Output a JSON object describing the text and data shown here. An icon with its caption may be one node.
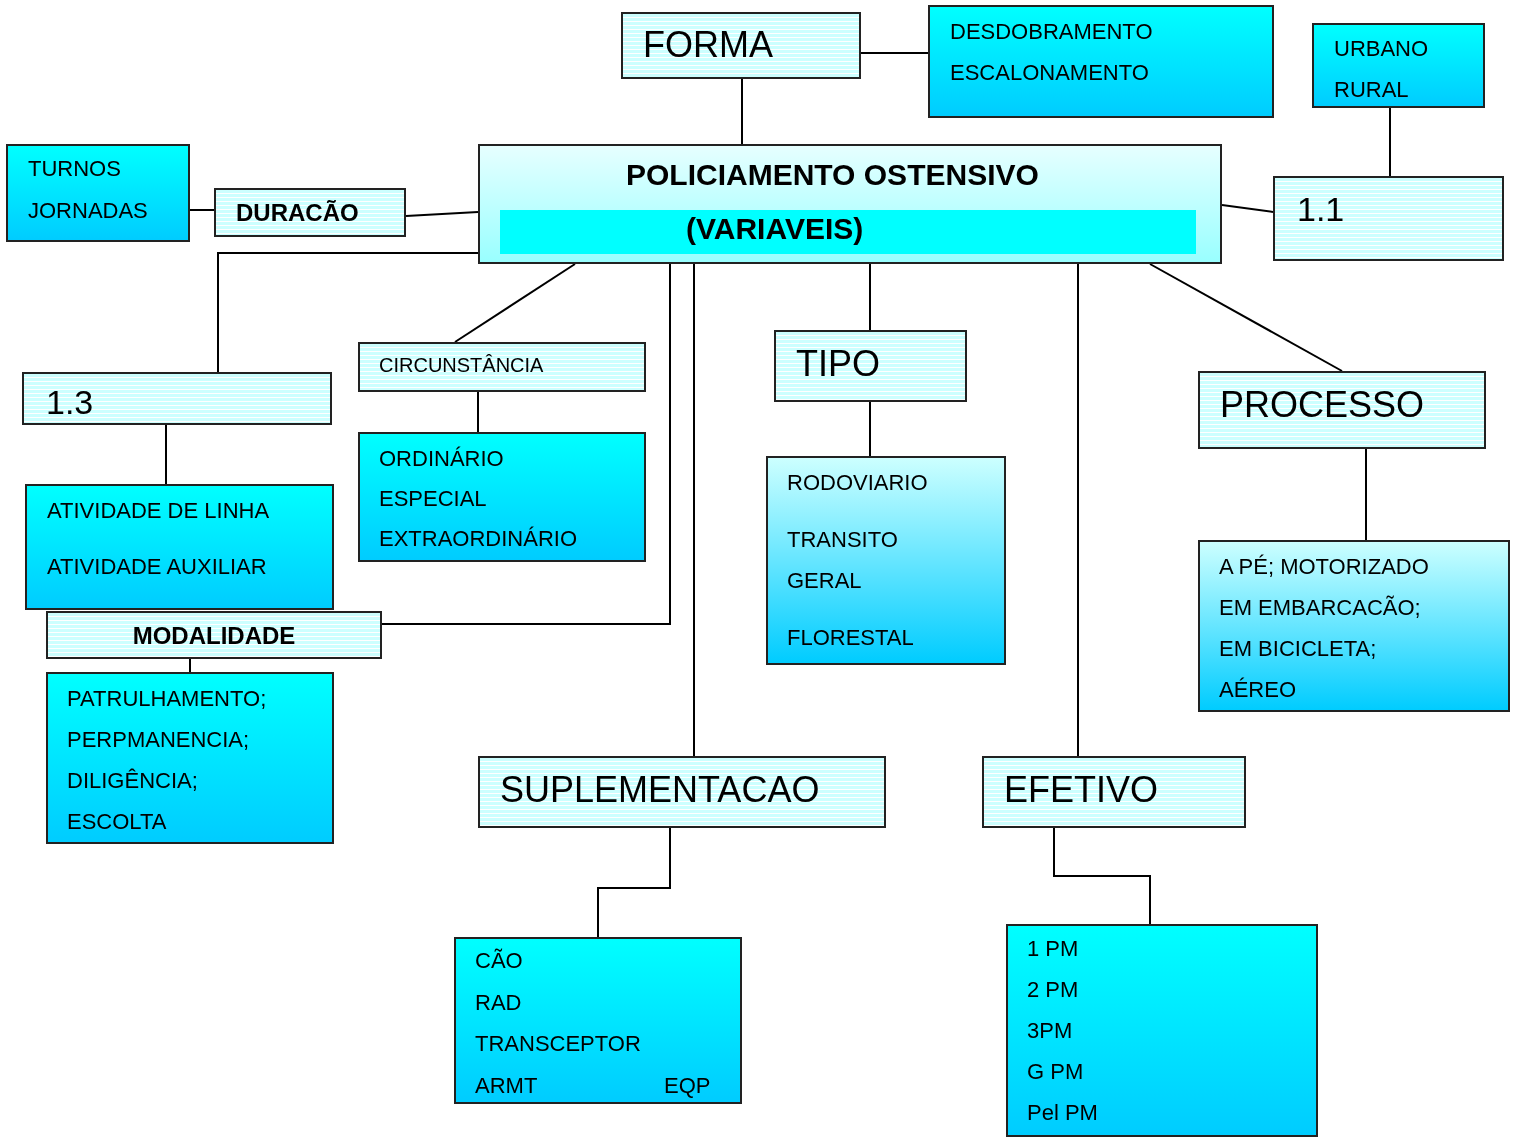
{
  "diagram": {
    "nodes": [
      {
        "text": [
          "FORMA"
        ]
      },
      {
        "text": [
          "DESDOBRAMENTO",
          "ESCALONAMENTO"
        ]
      },
      {
        "text": [
          "URBANO",
          "RURAL"
        ]
      },
      {
        "text": [
          "TURNOS",
          "JORNADAS"
        ]
      },
      {
        "text": [
          "DURACÃO"
        ]
      },
      {
        "text": [
          "POLICIAMENTO OSTENSIVO",
          "(VARIAVEIS)"
        ]
      },
      {
        "text": [
          "1.1"
        ]
      },
      {
        "text": [
          "1.3"
        ]
      },
      {
        "text": [
          "CIRCUNSTÂNCIA"
        ]
      },
      {
        "text": [
          "TIPO"
        ]
      },
      {
        "text": [
          "PROCESSO"
        ]
      },
      {
        "text": [
          "ORDINÁRIO",
          "ESPECIAL",
          "EXTRAORDINÁRIO"
        ]
      },
      {
        "text": [
          "RODOVIARIO",
          "TRANSITO",
          "GERAL",
          "FLORESTAL"
        ]
      },
      {
        "text": [
          "ATIVIDADE DE LINHA",
          "ATIVIDADE AUXILIAR"
        ]
      },
      {
        "text": [
          "MODALIDADE"
        ]
      },
      {
        "text": [
          "PATRULHAMENTO;",
          "PERPMANENCIA;",
          "DILIGÊNCIA;",
          "ESCOLTA"
        ]
      },
      {
        "text": [
          "A PÉ; MOTORIZADO",
          "EM EMBARCACÃO;",
          "EM BICICLETA;",
          "AÉREO"
        ]
      },
      {
        "text": [
          "SUPLEMENTACAO"
        ]
      },
      {
        "text": [
          "EFETIVO"
        ]
      },
      {
        "text": [
          "CÃO",
          "RAD",
          "TRANSCEPTOR",
          "ARMT",
          "EQP"
        ]
      },
      {
        "text": [
          "1 PM",
          "2 PM",
          "3PM",
          "G PM",
          "Pel PM"
        ]
      }
    ],
    "edges": [
      {
        "from": 0,
        "to": 5,
        "arrow": "none"
      },
      {
        "from": 0,
        "to": 1,
        "arrow": "none"
      },
      {
        "from": 2,
        "to": 6,
        "arrow": "none"
      },
      {
        "from": 5,
        "to": 6,
        "arrow": "none"
      },
      {
        "from": 3,
        "to": 4,
        "arrow": "none"
      },
      {
        "from": 4,
        "to": 5,
        "arrow": "none"
      },
      {
        "from": 5,
        "to": 7,
        "arrow": "none"
      },
      {
        "from": 5,
        "to": 8,
        "arrow": "none"
      },
      {
        "from": 8,
        "to": 11,
        "arrow": "none"
      },
      {
        "from": 5,
        "to": 9,
        "arrow": "none"
      },
      {
        "from": 9,
        "to": 12,
        "arrow": "none"
      },
      {
        "from": 5,
        "to": 10,
        "arrow": "none"
      },
      {
        "from": 10,
        "to": 16,
        "arrow": "none"
      },
      {
        "from": 7,
        "to": 13,
        "arrow": "none"
      },
      {
        "from": 5,
        "to": 14,
        "arrow": "none"
      },
      {
        "from": 14,
        "to": 15,
        "arrow": "none"
      },
      {
        "from": 5,
        "to": 17,
        "arrow": "none"
      },
      {
        "from": 17,
        "to": 19,
        "arrow": "none"
      },
      {
        "from": 5,
        "to": 18,
        "arrow": "none"
      },
      {
        "from": 18,
        "to": 20,
        "arrow": "none"
      }
    ]
  }
}
